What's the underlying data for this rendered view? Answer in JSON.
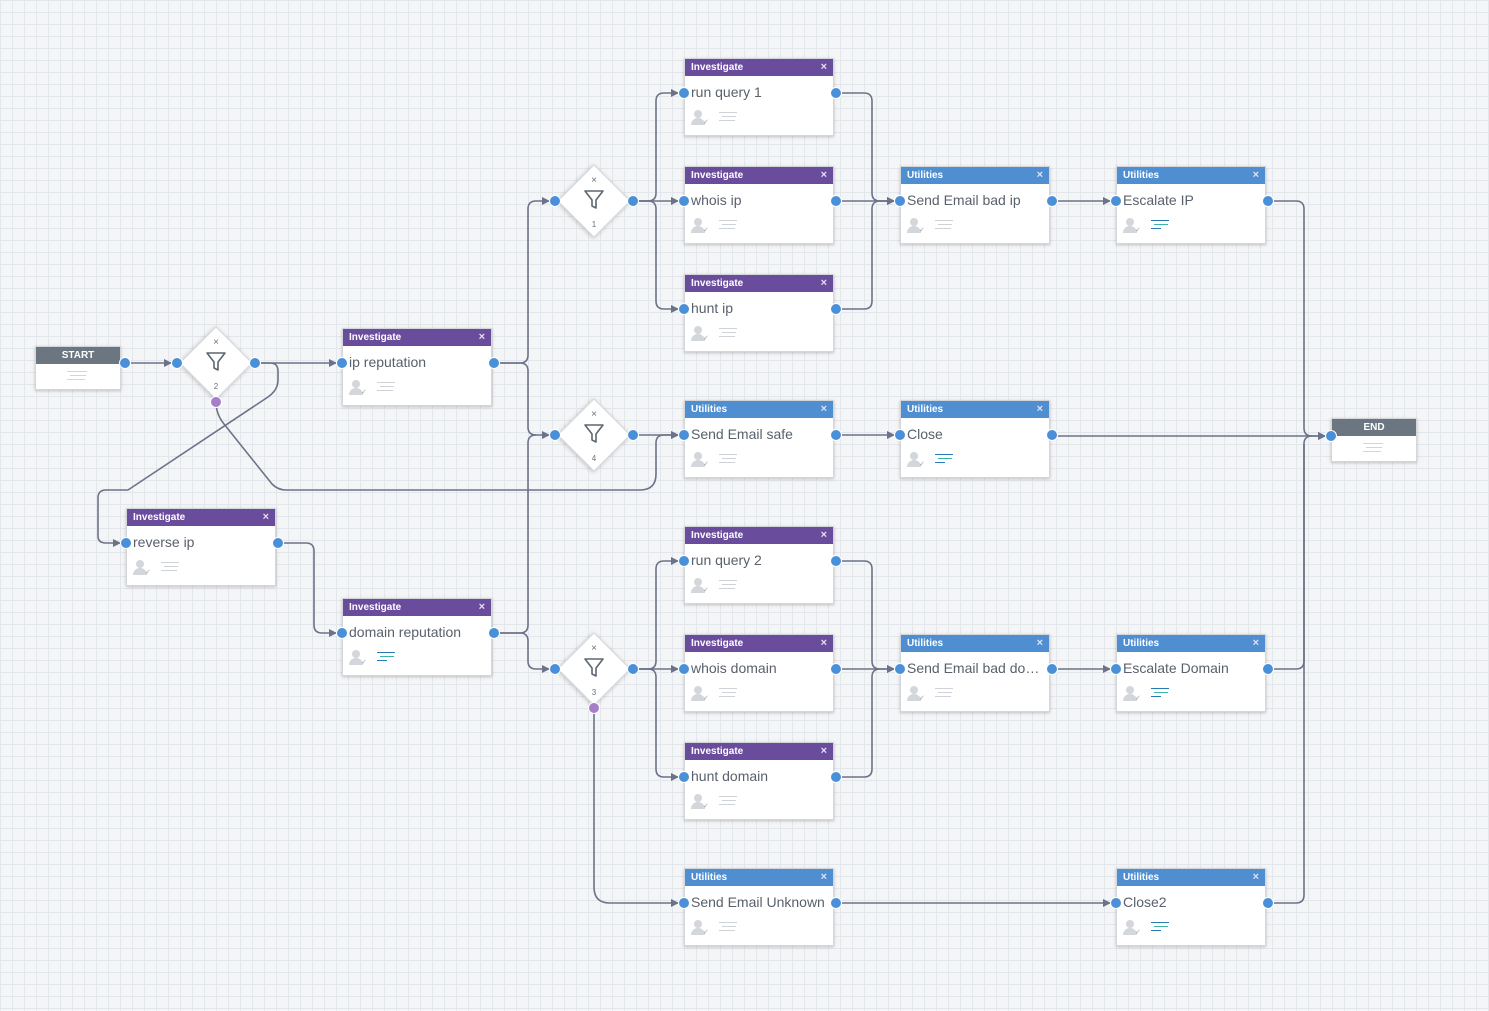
{
  "colors": {
    "investigate_header": "#6a4c9c",
    "utilities_header": "#4f8fd1",
    "terminal_header": "#6c7680",
    "edge": "#6c7389",
    "port": "#4a90d9",
    "port_alt": "#a67fc9"
  },
  "terminals": {
    "start": "START",
    "end": "END"
  },
  "decisions": {
    "d1": "1",
    "d2": "2",
    "d3": "3",
    "d4": "4",
    "close_glyph": "×",
    "icon": "filter-icon"
  },
  "blocks": {
    "run_query_1": {
      "category": "Investigate",
      "title": "run query 1"
    },
    "whois_ip": {
      "category": "Investigate",
      "title": "whois ip"
    },
    "hunt_ip": {
      "category": "Investigate",
      "title": "hunt ip"
    },
    "ip_reputation": {
      "category": "Investigate",
      "title": "ip reputation"
    },
    "send_email_bad_ip": {
      "category": "Utilities",
      "title": "Send Email bad ip"
    },
    "escalate_ip": {
      "category": "Utilities",
      "title": "Escalate IP"
    },
    "send_email_safe": {
      "category": "Utilities",
      "title": "Send Email safe"
    },
    "close": {
      "category": "Utilities",
      "title": "Close"
    },
    "reverse_ip": {
      "category": "Investigate",
      "title": "reverse ip"
    },
    "domain_reputation": {
      "category": "Investigate",
      "title": "domain reputation"
    },
    "run_query_2": {
      "category": "Investigate",
      "title": "run query 2"
    },
    "whois_domain": {
      "category": "Investigate",
      "title": "whois domain"
    },
    "send_email_bad_domain": {
      "category": "Utilities",
      "title": "Send Email bad dom..."
    },
    "escalate_domain": {
      "category": "Utilities",
      "title": "Escalate Domain"
    },
    "hunt_domain": {
      "category": "Investigate",
      "title": "hunt domain"
    },
    "send_email_unknown": {
      "category": "Utilities",
      "title": "Send Email Unknown"
    },
    "close2": {
      "category": "Utilities",
      "title": "Close2"
    }
  },
  "block_close_glyph": "×"
}
